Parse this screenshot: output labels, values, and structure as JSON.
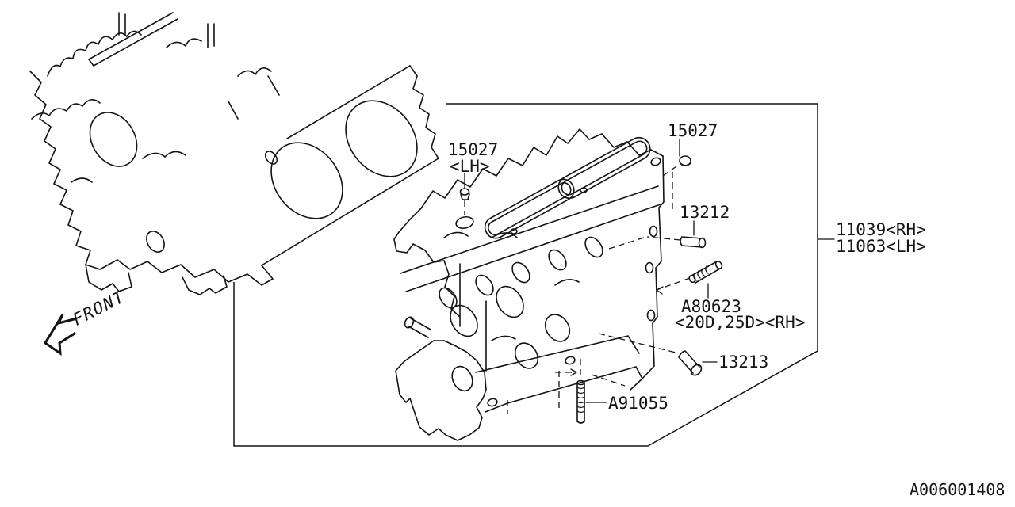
{
  "diagram": {
    "background": "#ffffff",
    "line_color": "#141414",
    "front_label": "FRONT",
    "drawing_code": "A006001408",
    "labels": {
      "plug_lh_line1": "15027",
      "plug_lh_line2": "<LH>",
      "plug_rh": "15027",
      "dowel_13212": "13212",
      "head_rh": "11039<RH>",
      "head_lh": "11063<LH>",
      "stud_a80623_line1": "A80623",
      "stud_a80623_line2": "<20D,25D><RH>",
      "dowel_13213": "13213",
      "stud_a91055": "A91055"
    }
  }
}
